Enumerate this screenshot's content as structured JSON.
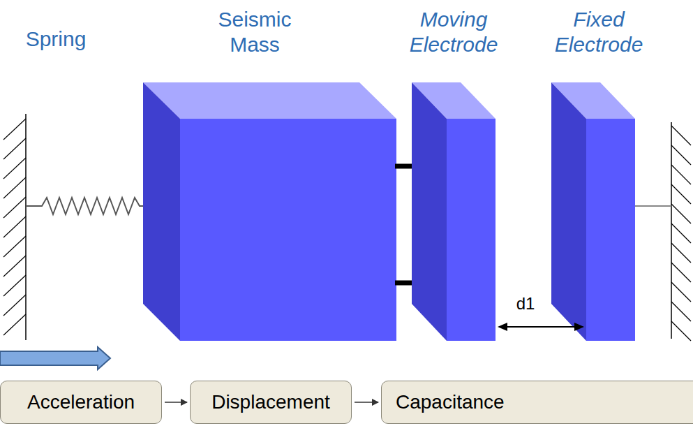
{
  "diagram": {
    "nodes": [
      {
        "text": [
          "Acceleration"
        ]
      },
      {
        "text": [
          "Displacement"
        ]
      },
      {
        "text": [
          "Capacitance"
        ]
      }
    ],
    "edges": [
      {
        "from": 0,
        "to": 1,
        "arrow": "to"
      },
      {
        "from": 1,
        "to": 2,
        "arrow": "to"
      }
    ],
    "labels": [
      "Spring",
      "Seismic Mass",
      "Moving Electrode",
      "Fixed Electrode",
      "d1"
    ]
  }
}
